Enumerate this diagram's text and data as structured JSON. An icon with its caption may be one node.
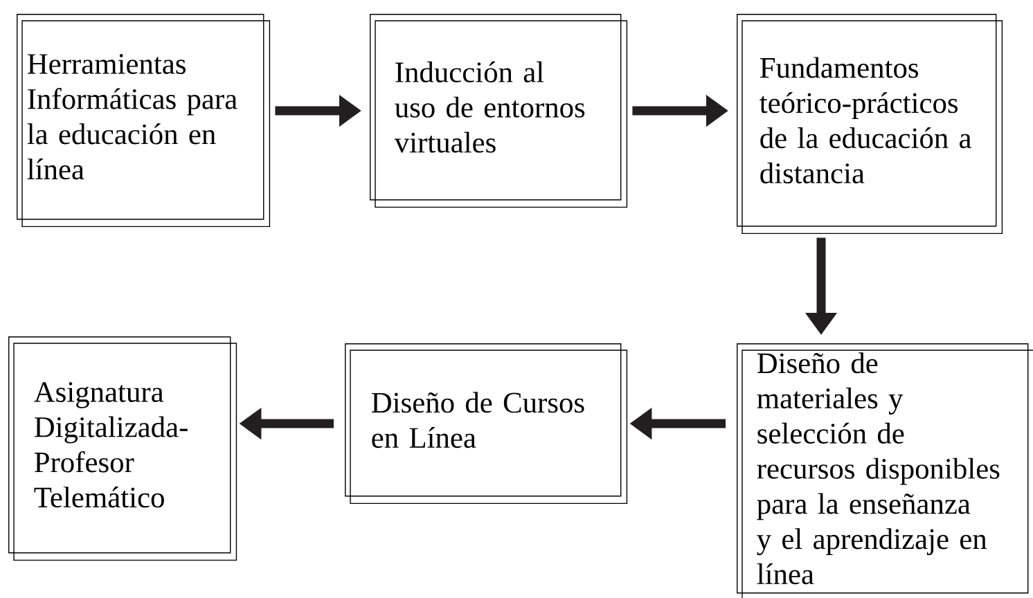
{
  "diagram": {
    "nodes": [
      {
        "text": [
          "Herramientas Informáticas para la educación en línea"
        ]
      },
      {
        "text": [
          "Inducción al uso de entornos virtuales"
        ]
      },
      {
        "text": [
          "Fundamentos teórico-prácticos de la educación a distancia"
        ]
      },
      {
        "text": [
          "Diseño de materiales y selección de recursos disponibles para la enseñanza y el aprendizaje en línea"
        ]
      },
      {
        "text": [
          "Diseño de Cursos en Línea"
        ]
      },
      {
        "text": [
          "Asignatura Digitalizada-Profesor Telemático"
        ]
      }
    ],
    "edges": [
      {
        "from": 0,
        "to": 1,
        "arrow": "to"
      },
      {
        "from": 1,
        "to": 2,
        "arrow": "to"
      },
      {
        "from": 2,
        "to": 3,
        "arrow": "to"
      },
      {
        "from": 3,
        "to": 4,
        "arrow": "to"
      },
      {
        "from": 4,
        "to": 5,
        "arrow": "to"
      }
    ]
  }
}
